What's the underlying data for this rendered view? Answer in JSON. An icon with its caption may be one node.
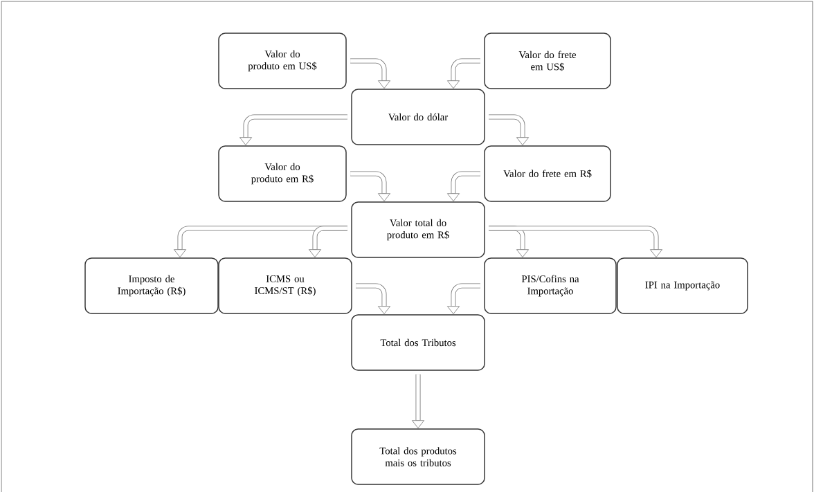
{
  "diagram": {
    "nodes": [
      {
        "text": [
          "Valor do produto em US$"
        ]
      },
      {
        "text": [
          "Valor do frete em US$"
        ]
      },
      {
        "text": [
          "Valor do dólar"
        ]
      },
      {
        "text": [
          "Valor do produto em R$"
        ]
      },
      {
        "text": [
          "Valor do frete em R$"
        ]
      },
      {
        "text": [
          "Valor total do produto em R$"
        ]
      },
      {
        "text": [
          "Imposto de Importação (R$)"
        ]
      },
      {
        "text": [
          "ICMS ou ICMS/ST (R$)"
        ]
      },
      {
        "text": [
          "PIS/Cofins na Importação"
        ]
      },
      {
        "text": [
          "IPI na Importação"
        ]
      },
      {
        "text": [
          "Total dos Tributos"
        ]
      },
      {
        "text": [
          "Total dos produtos mais os tributos"
        ]
      }
    ],
    "edges": [
      {
        "from": 0,
        "to": 2,
        "arrow": "to"
      },
      {
        "from": 1,
        "to": 2,
        "arrow": "to"
      },
      {
        "from": 2,
        "to": 3,
        "arrow": "to"
      },
      {
        "from": 2,
        "to": 4,
        "arrow": "to"
      },
      {
        "from": 3,
        "to": 5,
        "arrow": "to"
      },
      {
        "from": 4,
        "to": 5,
        "arrow": "to"
      },
      {
        "from": 5,
        "to": 6,
        "arrow": "to"
      },
      {
        "from": 5,
        "to": 7,
        "arrow": "to"
      },
      {
        "from": 5,
        "to": 8,
        "arrow": "to"
      },
      {
        "from": 5,
        "to": 9,
        "arrow": "to"
      },
      {
        "from": 7,
        "to": 10,
        "arrow": "to"
      },
      {
        "from": 8,
        "to": 10,
        "arrow": "to"
      },
      {
        "from": 10,
        "to": 11,
        "arrow": "to"
      }
    ]
  }
}
